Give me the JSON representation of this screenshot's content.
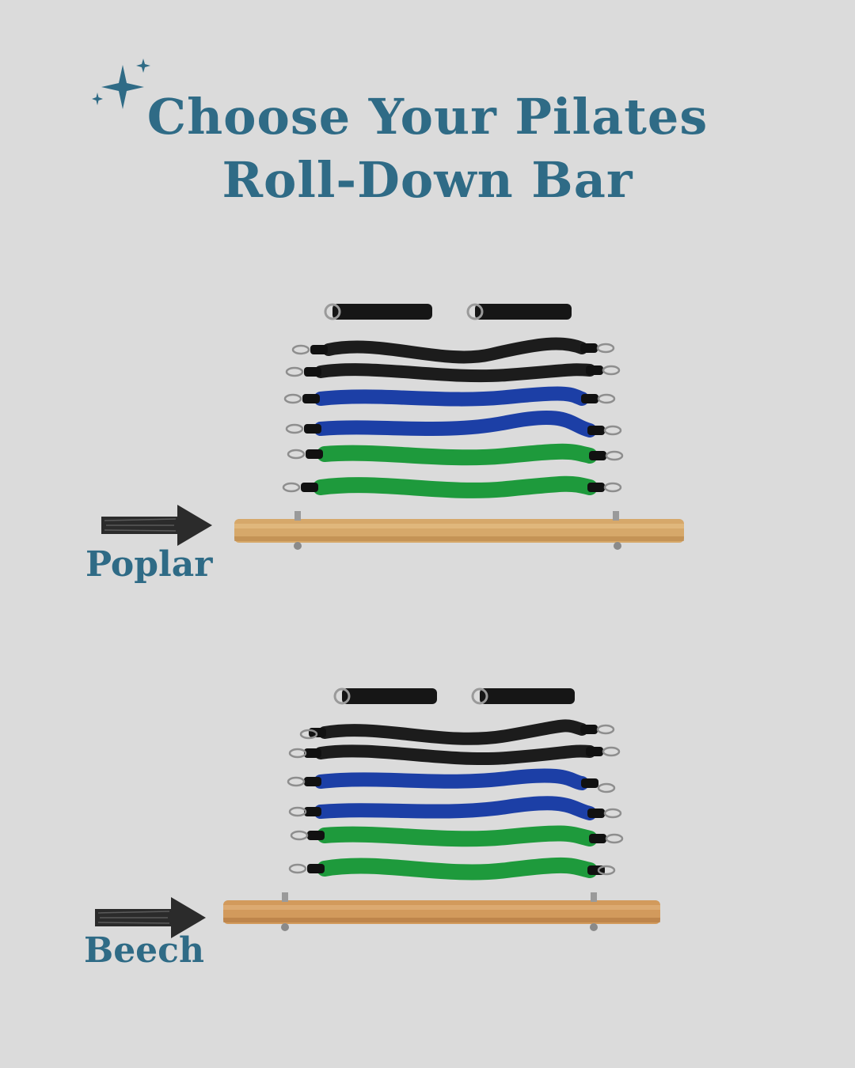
{
  "title": {
    "line1": "Choose Your Pilates",
    "line2": "Roll-Down Bar"
  },
  "options": [
    {
      "label": "Poplar"
    },
    {
      "label": "Beech"
    }
  ],
  "colors": {
    "accent": "#2f6b86",
    "background": "#dbdbdb",
    "band_black": "#1c1c1c",
    "band_blue": "#1c3fa6",
    "band_green": "#1e9a3c",
    "wood": "#d6a86a"
  },
  "icons": [
    "sparkle-icon",
    "arrow-right-icon"
  ]
}
